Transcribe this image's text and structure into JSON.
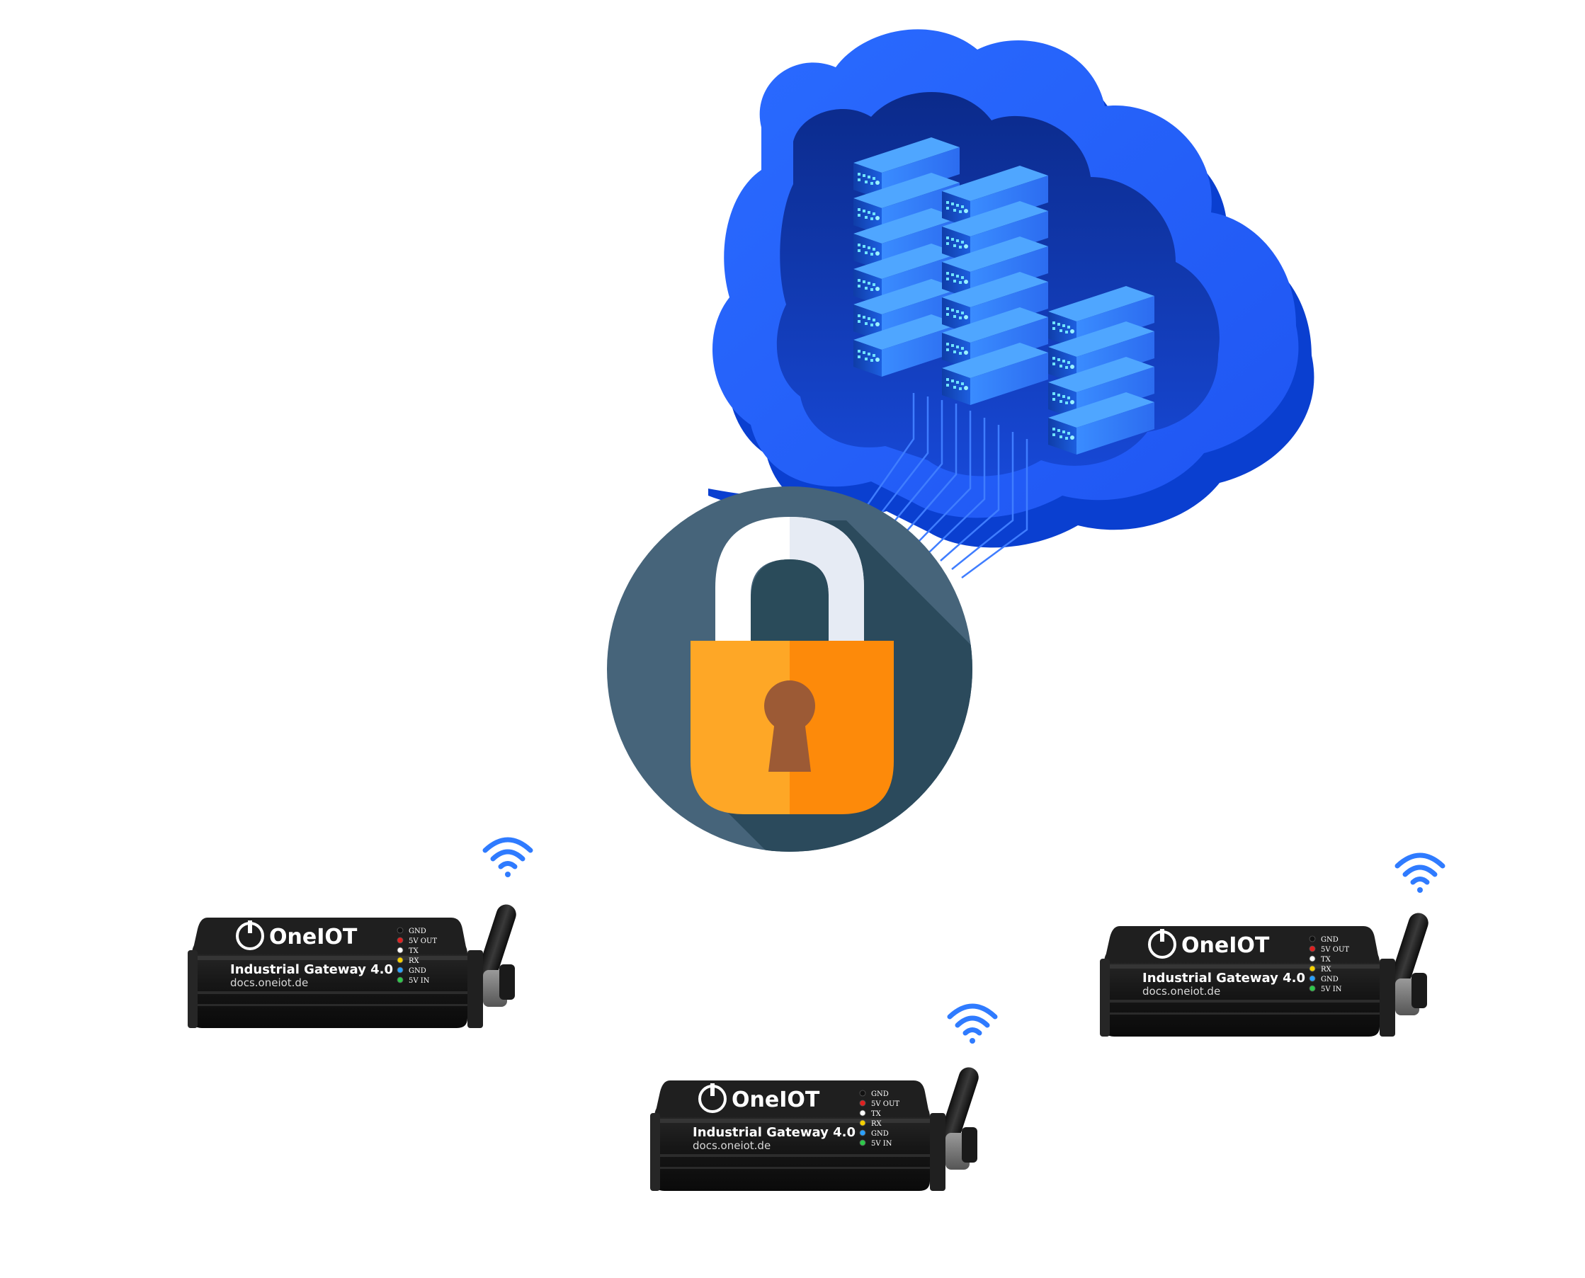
{
  "colors": {
    "cloud": "#2563ff",
    "cloud_shadow": "#0a3fd0",
    "server_glow": "#5ad8ff",
    "lock_circle": "#46647a",
    "lock_body_left": "#fea726",
    "lock_body_right": "#fd8a0a",
    "keyhole": "#9c5a35",
    "wifi": "#2f7bff",
    "device_body": "#1c1c1c"
  },
  "cloud": {
    "icon": "cloud-server-icon"
  },
  "lock": {
    "icon": "padlock-icon",
    "state": "locked"
  },
  "device_label": {
    "brand": "OneIOT",
    "model": "Industrial Gateway 4.0",
    "url": "docs.oneiot.de",
    "pins": [
      {
        "label": "GND",
        "color": "#111111"
      },
      {
        "label": "5V OUT",
        "color": "#e02020"
      },
      {
        "label": "TX",
        "color": "#ffffff"
      },
      {
        "label": "RX",
        "color": "#f5d000"
      },
      {
        "label": "GND",
        "color": "#2aa0ff"
      },
      {
        "label": "5V IN",
        "color": "#2ec84a"
      }
    ]
  },
  "devices": [
    {
      "id": "left",
      "wifi_icon": "wifi-icon"
    },
    {
      "id": "right",
      "wifi_icon": "wifi-icon"
    },
    {
      "id": "bottom",
      "wifi_icon": "wifi-icon"
    }
  ]
}
